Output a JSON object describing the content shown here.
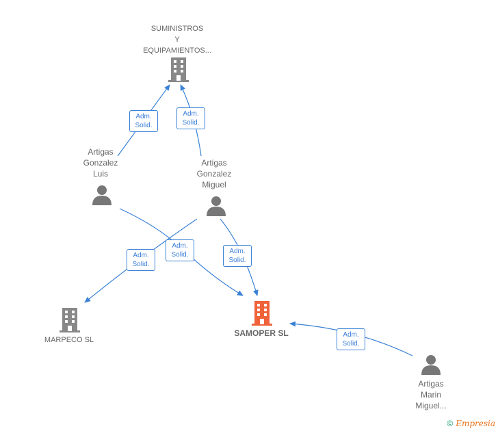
{
  "nodes": {
    "suministros": {
      "label": "SUMINISTROS\nY\nEQUIPAMIENTOS...",
      "color": "#888888"
    },
    "artigas_luis": {
      "label": "Artigas\nGonzalez\nLuis"
    },
    "artigas_miguel": {
      "label": "Artigas\nGonzalez\nMiguel"
    },
    "marpeco": {
      "label": "MARPECO  SL",
      "color": "#888888"
    },
    "samoper": {
      "label": "SAMOPER  SL",
      "color": "#f0623a"
    },
    "artigas_marin": {
      "label": "Artigas\nMarin\nMiguel..."
    }
  },
  "edge_label": "Adm.\nSolid.",
  "edge_color": "#3b82d6",
  "footer": {
    "copyright": "©",
    "brand": "Empresia"
  }
}
